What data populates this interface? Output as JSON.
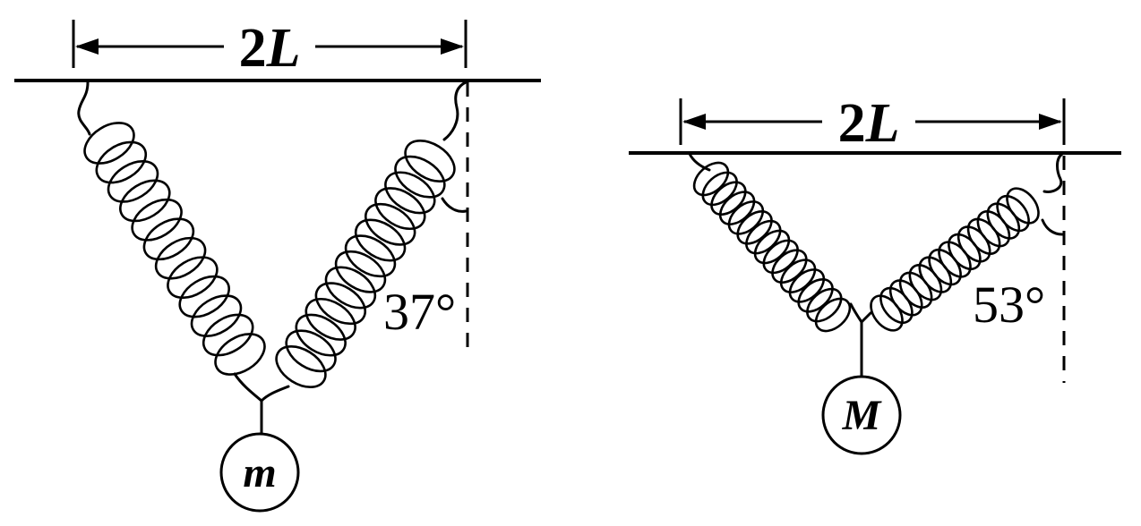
{
  "figures": [
    {
      "id": "left",
      "span": {
        "number": "2",
        "letter": "L"
      },
      "angle_label": "37°",
      "mass_label": "m"
    },
    {
      "id": "right",
      "span": {
        "number": "2",
        "letter": "L"
      },
      "angle_label": "53°",
      "mass_label": "M"
    }
  ]
}
